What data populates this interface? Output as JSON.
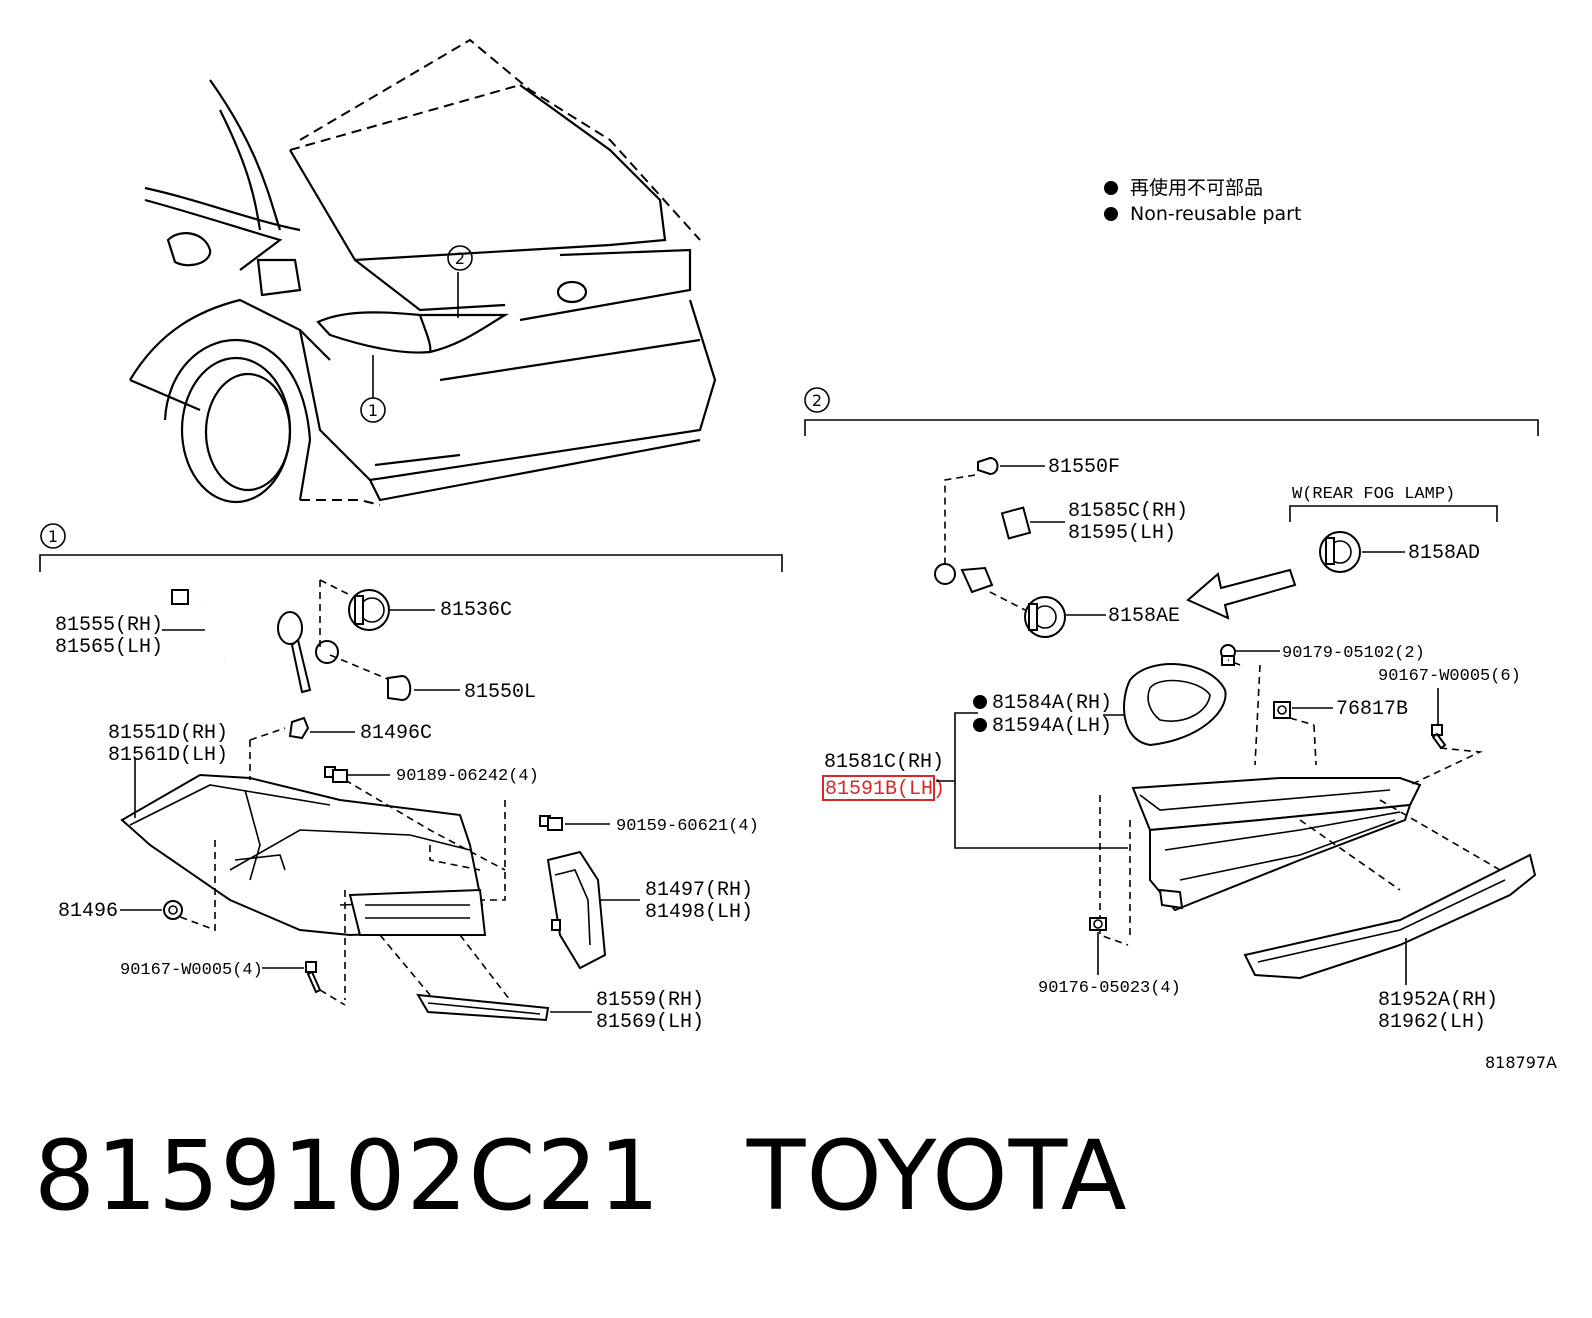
{
  "legend": {
    "jp": "再使用不可部品",
    "en": "Non-reusable part"
  },
  "callouts": {
    "c1": "1",
    "c2": "2"
  },
  "section1": {
    "labels": {
      "p81555": "81555(RH)",
      "p81565": "81565(LH)",
      "p81536C": "81536C",
      "p81550L": "81550L",
      "p81551D": "81551D(RH)",
      "p81561D": "81561D(LH)",
      "p81496C": "81496C",
      "p90189": "90189-06242(4)",
      "p90159": "90159-60621(4)",
      "p81496": "81496",
      "p81497": "81497(RH)",
      "p81498": "81498(LH)",
      "p90167a": "90167-W0005(4)",
      "p81559": "81559(RH)",
      "p81569": "81569(LH)"
    }
  },
  "section2": {
    "fog_bracket": "W(REAR FOG LAMP)",
    "labels": {
      "p81550F": "81550F",
      "p81585C": "81585C(RH)",
      "p81595": "81595(LH)",
      "p8158AD": "8158AD",
      "p8158AE": "8158AE",
      "p90179": "90179-05102(2)",
      "p90167b": "90167-W0005(6)",
      "p81584A": "81584A(RH)",
      "p81594A": "81594A(LH)",
      "p76817B": "76817B",
      "p81581C": "81581C(RH)",
      "p81591B": "81591B(LH)",
      "p90176": "90176-05023(4)",
      "p81952A": "81952A(RH)",
      "p81962": "81962(LH)"
    },
    "highlight_color": "#d62828"
  },
  "reference_id": "818797A",
  "caption": {
    "part_number": "8159102C21",
    "brand": "TOYOTA"
  }
}
